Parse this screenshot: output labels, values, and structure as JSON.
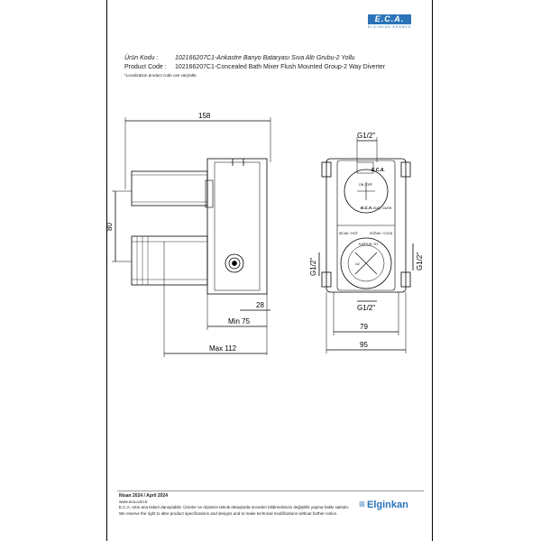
{
  "header": {
    "logo_text": "E.C.A.",
    "logo_subtitle": "ELGINKAN BRANDS"
  },
  "product": {
    "code_label_tr": "Ürün Kodu :",
    "code_value_tr": "102166207C1-Ankastre Banyo Bataryası Sıva Altı Grubu-2 Yollu",
    "code_label_en": "Product Code :",
    "code_value_en": "102166207C1-Concealed Bath Mixer Flush Mounted Group-2 Way Diverter",
    "note": "*Localization product code can vary/alte."
  },
  "dimensions": {
    "overall_width": "158",
    "height": "80",
    "depth_inner": "28",
    "min": "Min 75",
    "max": "Max 112",
    "g_top": "G1/2\"",
    "g_bottom": "G1/2\"",
    "g_left": "G1/2\"",
    "g_right": "G1/2\"",
    "front_inner": "79",
    "front_outer": "95"
  },
  "front_labels": {
    "brand_top": "E.C.A.",
    "brand_bottom": "E.C.A.",
    "hot": "SICAK / HOT",
    "cold": "SOĞUK / COLD",
    "bath": "DUŞ / DUSH",
    "center": "KARTUŞ / ST",
    "marker_top": "ON / OFF",
    "marker_bottom": "1/2"
  },
  "footer": {
    "date": "Nisan 2024 / April 2024",
    "site": "www.eca.com.tr",
    "line1": "E.C.A. ürün ana tiskeri danışılabilir. Ürünler ve ölçülerin teknik detaylarda önceden bildirmeksizin değişiklik yapma hakkı saklıdır.",
    "line2": "We reserve the right to alter product specifications and designs and to make technical modifications without further notice.",
    "brand": "Elginkan"
  }
}
